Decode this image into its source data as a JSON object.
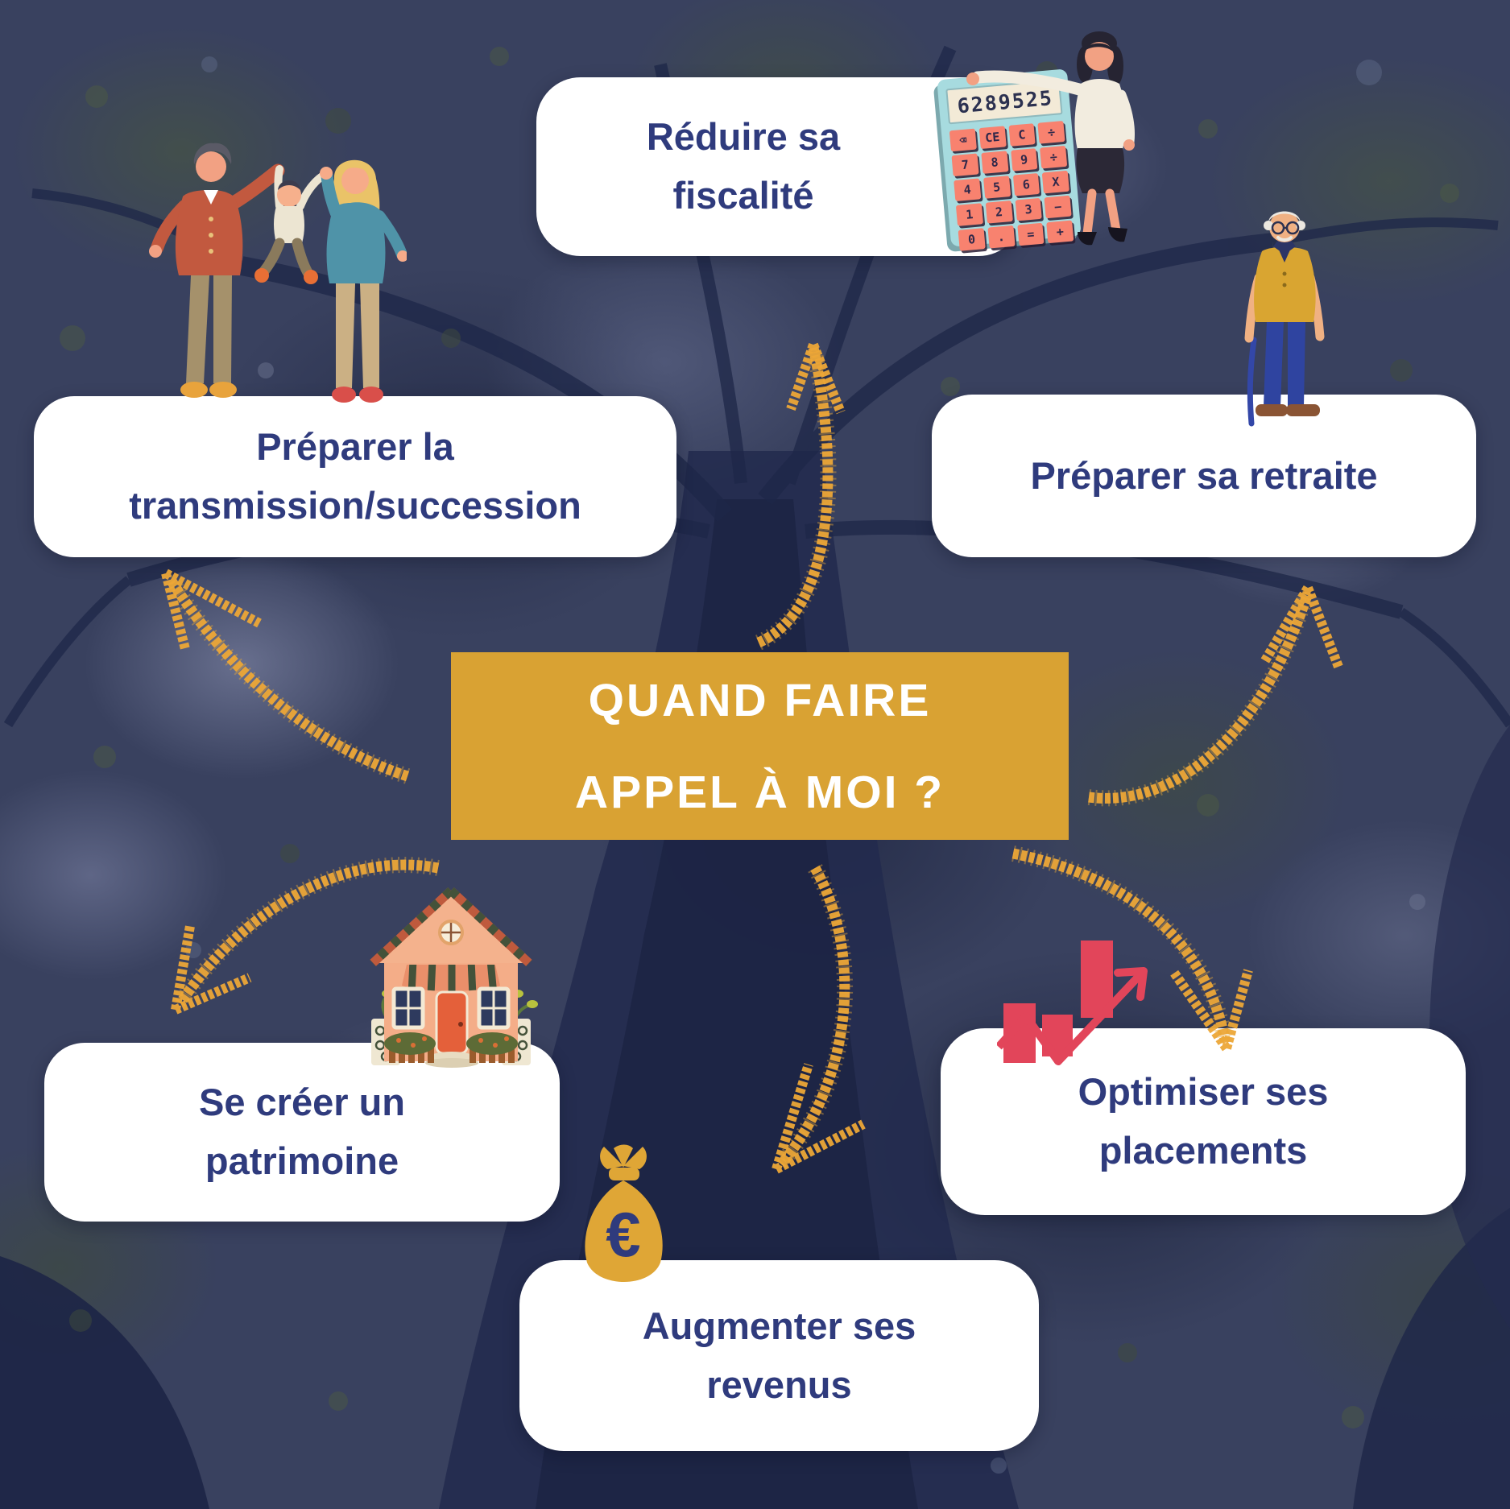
{
  "title_card": {
    "line1": "QUAND FAIRE",
    "line2": "APPEL À MOI ?"
  },
  "cards": {
    "fiscalite": {
      "line1": "Réduire sa",
      "line2": "fiscalité"
    },
    "transmission": {
      "line1": "Préparer la",
      "line2": "transmission/succession"
    },
    "retraite": {
      "line1": "Préparer sa retraite"
    },
    "patrimoine": {
      "line1": "Se créer un",
      "line2": "patrimoine"
    },
    "revenus": {
      "line1": "Augmenter ses",
      "line2": "revenus"
    },
    "placements": {
      "line1": "Optimiser ses",
      "line2": "placements"
    }
  },
  "calculator": {
    "display": "6289525",
    "keys": [
      "⌫",
      "CE",
      "C",
      "÷",
      "7",
      "8",
      "9",
      "÷",
      "4",
      "5",
      "6",
      "X",
      "1",
      "2",
      "3",
      "−",
      "0",
      ".",
      "=",
      "+"
    ]
  },
  "money_bag": {
    "currency_symbol": "€"
  },
  "icons": {
    "family": "family-illustration",
    "woman_calculator": "woman-with-calculator-illustration",
    "elderly_man": "elderly-man-with-cane-illustration",
    "house": "house-illustration",
    "money_bag": "money-bag-icon",
    "growth_chart": "growth-chart-icon",
    "arrows": "chalk-arrow-icon"
  },
  "colors": {
    "background_navy": "#39415F",
    "accent_gold": "#D9A233",
    "chalk_gold": "#ECA637",
    "card_text_navy": "#2F3B7D",
    "card_white": "#FFFFFF",
    "chart_red": "#E2455A"
  }
}
